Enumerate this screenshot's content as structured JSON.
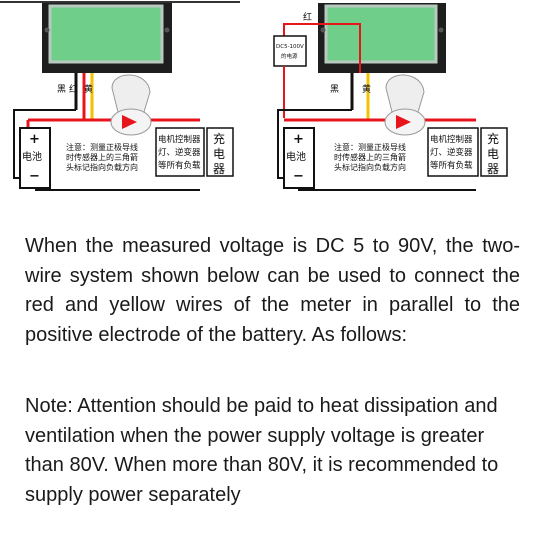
{
  "wire_labels": {
    "black": "黑",
    "red": "红",
    "yellow": "黄"
  },
  "battery_label": "电池",
  "battery_plus": "+",
  "battery_minus": "−",
  "note_lines": [
    "注意：测量正极导线",
    "时传感器上的三角箭",
    "头标记指向负载方向"
  ],
  "load_lines": [
    "电机控制器",
    "灯、逆变器",
    "等所有负载"
  ],
  "charger_chars": [
    "充",
    "电",
    "器"
  ],
  "power_module_lines": [
    "DC5-100V",
    "的电源"
  ],
  "paragraph1": "When the measured voltage is DC 5 to 90V, the two-wire system shown below can be used to connect the red and yellow wires of the meter in parallel to the positive electrode of the battery. As follows:",
  "paragraph2": "Note: Attention should be paid to heat dissipation and ventilation when the power supply voltage is greater than 80V. When more than 80V, it is recommended to supply power separately",
  "colors": {
    "wire_red": "#e8141b",
    "wire_yellow": "#f2c200",
    "wire_black": "#111111",
    "screen_green": "#6fcf8a"
  }
}
